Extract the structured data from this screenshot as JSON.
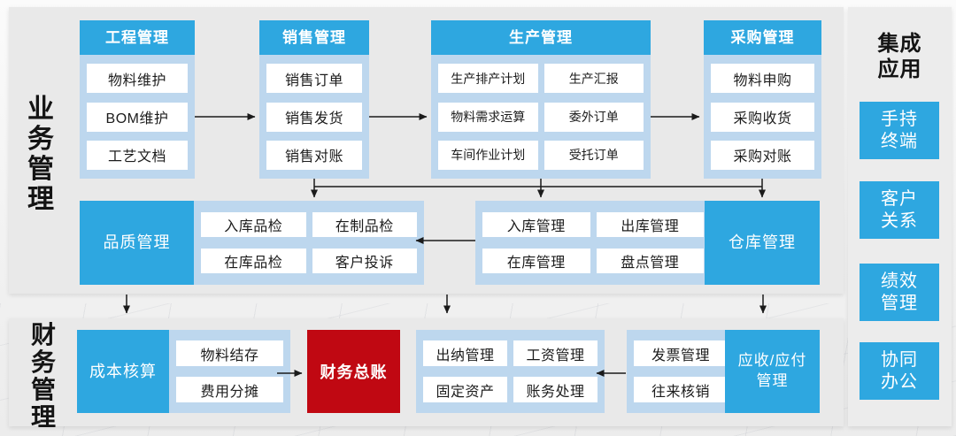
{
  "labels": {
    "business_section": "业务管理",
    "finance_section": "财务管理"
  },
  "columns": [
    {
      "title": "工程管理",
      "items": [
        "物料维护",
        "BOM维护",
        "工艺文档"
      ]
    },
    {
      "title": "销售管理",
      "items": [
        "销售订单",
        "销售发货",
        "销售对账"
      ]
    },
    {
      "title": "生产管理",
      "items": [
        "生产排产计划",
        "生产汇报",
        "物料需求运算",
        "委外订单",
        "车间作业计划",
        "受托订单"
      ]
    },
    {
      "title": "采购管理",
      "items": [
        "物料申购",
        "采购收货",
        "采购对账"
      ]
    }
  ],
  "middle_row": {
    "quality_title": "品质管理",
    "quality_items": [
      "入库品检",
      "在制品检",
      "在库品检",
      "客户投诉"
    ],
    "warehouse_items": [
      "入库管理",
      "出库管理",
      "在库管理",
      "盘点管理"
    ],
    "warehouse_title": "仓库管理"
  },
  "finance_row": {
    "cost_title": "成本核算",
    "cost_items": [
      "物料结存",
      "费用分摊"
    ],
    "ledger_title": "财务总账",
    "cashier_items": [
      "出纳管理",
      "工资管理",
      "固定资产",
      "账务处理"
    ],
    "invoice_items": [
      "发票管理",
      "往来核销"
    ],
    "arap_title": "应收/应付\n管理"
  },
  "sidebar": {
    "title": "集成\n应用",
    "items": [
      "手持\n终端",
      "客户\n关系",
      "绩效\n管理",
      "协同\n办公"
    ]
  },
  "colors": {
    "accent_blue": "#2ea7e0",
    "panel_blue": "#bdd7ee",
    "ledger_red": "#c00812"
  }
}
